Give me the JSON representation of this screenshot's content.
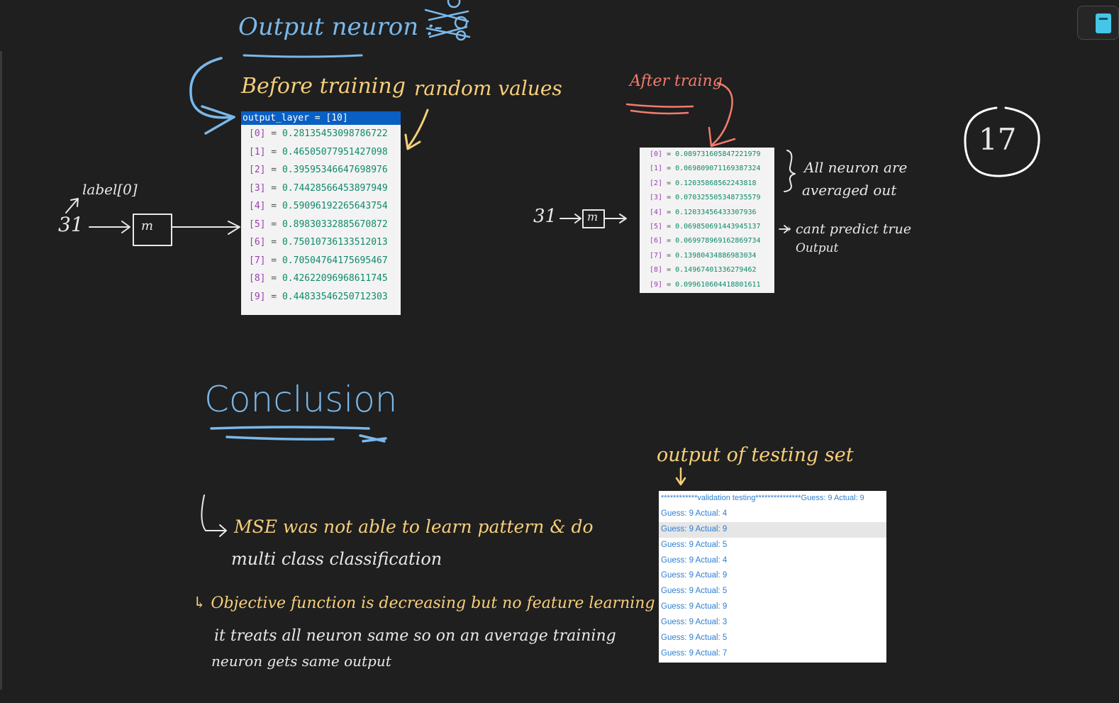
{
  "notes": {
    "title": "Output neuron :-",
    "before_training": "Before training",
    "random_values": "random values",
    "after_training": "After traing",
    "label_tag": "label[0]",
    "input_left": "31",
    "input_right": "31",
    "model_box": "m",
    "averaged_line1": "All neuron are",
    "averaged_line2": "averaged out",
    "cant_predict_line1": "→ cant predict true",
    "cant_predict_line2": "Output",
    "page_number": "17",
    "conclusion": "Conclusion",
    "output_of_testing": "output of testing set",
    "bullet1_line1": "MSE was not able to learn pattern & do",
    "bullet1_line2": "multi class classification",
    "bullet2_line1": "↳ Objective function is decreasing but no feature learning as",
    "bullet2_line2": "it treats all neuron same so on an average training",
    "bullet2_line3": "neuron gets same output"
  },
  "before_panel": {
    "header": "output_layer = [10]",
    "rows": [
      {
        "index": "[0]",
        "value": "0.28135453098786722"
      },
      {
        "index": "[1]",
        "value": "0.46505077951427098"
      },
      {
        "index": "[2]",
        "value": "0.39595346647698976"
      },
      {
        "index": "[3]",
        "value": "0.74428566453897949"
      },
      {
        "index": "[4]",
        "value": "0.59096192265643754"
      },
      {
        "index": "[5]",
        "value": "0.89830332885670872"
      },
      {
        "index": "[6]",
        "value": "0.75010736133512013"
      },
      {
        "index": "[7]",
        "value": "0.70504764175695467"
      },
      {
        "index": "[8]",
        "value": "0.42622096968611745"
      },
      {
        "index": "[9]",
        "value": "0.44833546250712303"
      }
    ]
  },
  "after_panel": {
    "rows": [
      {
        "index": "[0]",
        "value": "0.089731605847221979"
      },
      {
        "index": "[1]",
        "value": "0.069809071169387324"
      },
      {
        "index": "[2]",
        "value": "0.12035868562243818"
      },
      {
        "index": "[3]",
        "value": "0.070325505348735579"
      },
      {
        "index": "[4]",
        "value": "0.12033456433307936"
      },
      {
        "index": "[5]",
        "value": "0.069850691443945137"
      },
      {
        "index": "[6]",
        "value": "0.069978969162869734"
      },
      {
        "index": "[7]",
        "value": "0.13980434886983034"
      },
      {
        "index": "[8]",
        "value": "0.14967401336279462"
      },
      {
        "index": "[9]",
        "value": "0.099610604418801611"
      }
    ]
  },
  "testing_panel": {
    "header": "************validation testing***************Guess: 9 Actual: 9",
    "rows": [
      "Guess: 9 Actual: 4",
      "Guess: 9 Actual: 9",
      "Guess: 9 Actual: 5",
      "Guess: 9 Actual: 4",
      "Guess: 9 Actual: 9",
      "Guess: 9 Actual: 5",
      "Guess: 9 Actual: 9",
      "Guess: 9 Actual: 3",
      "Guess: 9 Actual: 5",
      "Guess: 9 Actual: 7"
    ],
    "selected_row": 1
  },
  "colors": {
    "canvas": "#1f1f1f",
    "blue_ink": "#7ab8ea",
    "yellow_ink": "#f7cf7a",
    "salmon_ink": "#f47b6d",
    "white_ink": "#e8e8e8",
    "header_blue": "#0a5fc2",
    "accent_tool": "#43c6e8"
  }
}
